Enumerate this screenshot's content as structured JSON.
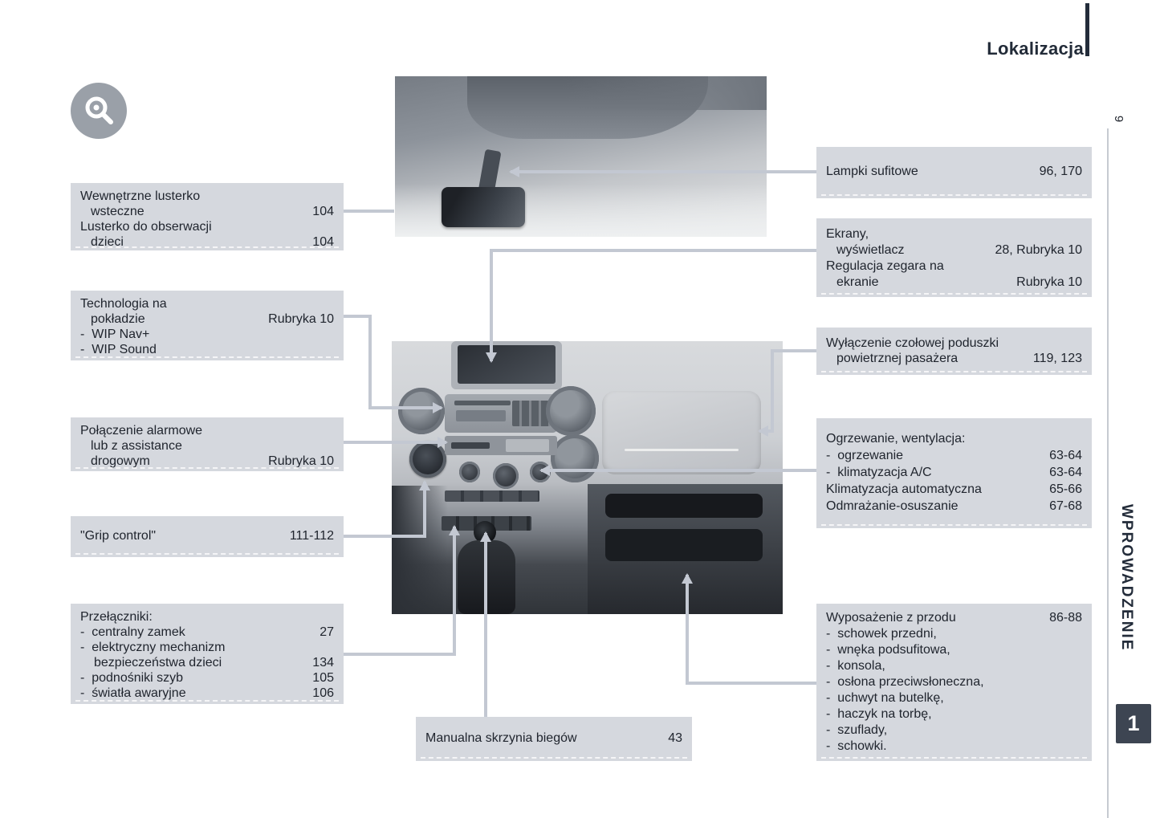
{
  "header": {
    "title": "Lokalizacja"
  },
  "sidebar": {
    "page_number": "9",
    "chapter_label": "WPROWADZENIE",
    "chapter_number": "1"
  },
  "icons": {
    "section_icon": "magnifier-icon"
  },
  "colors": {
    "callout_bg": "#d5d8de",
    "text": "#20252e",
    "connector": "#c3c8d2",
    "accent_dark": "#232c3a",
    "badge_bg": "#3d4552"
  },
  "callouts": {
    "mirror": {
      "lines": [
        {
          "t": "Wewnętrzne lusterko"
        },
        {
          "t": "wsteczne",
          "n": "104",
          "ind": 1
        },
        {
          "t": "Lusterko do obserwacji"
        },
        {
          "t": "dzieci",
          "n": "104",
          "ind": 1
        }
      ]
    },
    "technology": {
      "lines": [
        {
          "t": "Technologia na"
        },
        {
          "t": "pokładzie",
          "n": "Rubryka 10",
          "ind": 1
        },
        {
          "t": "-  WIP Nav+"
        },
        {
          "t": "-  WIP Sound"
        }
      ]
    },
    "assistance": {
      "lines": [
        {
          "t": "Połączenie alarmowe"
        },
        {
          "t": "lub z assistance",
          "ind": 1
        },
        {
          "t": "drogowym",
          "n": "Rubryka 10",
          "ind": 1
        }
      ]
    },
    "grip": {
      "lines": [
        {
          "t": "\"Grip control\"",
          "n": "111-112"
        }
      ]
    },
    "switches": {
      "lines": [
        {
          "t": "Przełączniki:"
        },
        {
          "t": "-  centralny zamek",
          "n": "27"
        },
        {
          "t": "-  elektryczny mechanizm"
        },
        {
          "t": "bezpieczeństwa dzieci",
          "n": "134",
          "ind": 2
        },
        {
          "t": "-  podnośniki szyb",
          "n": "105"
        },
        {
          "t": "-  światła awaryjne",
          "n": "106"
        }
      ]
    },
    "gearbox": {
      "lines": [
        {
          "t": "Manualna skrzynia biegów",
          "n": "43"
        }
      ]
    },
    "lamps": {
      "lines": [
        {
          "t": "Lampki sufitowe",
          "n": "96, 170"
        }
      ]
    },
    "displays": {
      "lines": [
        {
          "t": "Ekrany,"
        },
        {
          "t": "wyświetlacz",
          "n": "28, Rubryka 10",
          "ind": 1
        },
        {
          "t": "Regulacja zegara na"
        },
        {
          "t": "ekranie",
          "n": "Rubryka 10",
          "ind": 1
        }
      ]
    },
    "airbag": {
      "lines": [
        {
          "t": "Wyłączenie czołowej poduszki"
        },
        {
          "t": "powietrznej pasażera",
          "n": "119, 123",
          "ind": 1
        }
      ]
    },
    "heating": {
      "lines": [
        {
          "t": "Ogrzewanie, wentylacja:"
        },
        {
          "t": "-  ogrzewanie",
          "n": "63-64"
        },
        {
          "t": "-  klimatyzacja A/C",
          "n": "63-64"
        },
        {
          "t": "Klimatyzacja automatyczna",
          "n": "65-66"
        },
        {
          "t": "Odmrażanie-osuszanie",
          "n": "67-68"
        }
      ]
    },
    "equipment": {
      "lines": [
        {
          "t": "Wyposażenie z przodu",
          "n": "86-88"
        },
        {
          "t": "-  schowek przedni,"
        },
        {
          "t": "-  wnęka podsufitowa,"
        },
        {
          "t": "-  konsola,"
        },
        {
          "t": "-  osłona przeciwsłoneczna,"
        },
        {
          "t": "-  uchwyt na butelkę,"
        },
        {
          "t": "-  haczyk na torbę,"
        },
        {
          "t": "-  szuflady,"
        },
        {
          "t": "-  schowki."
        }
      ]
    }
  }
}
